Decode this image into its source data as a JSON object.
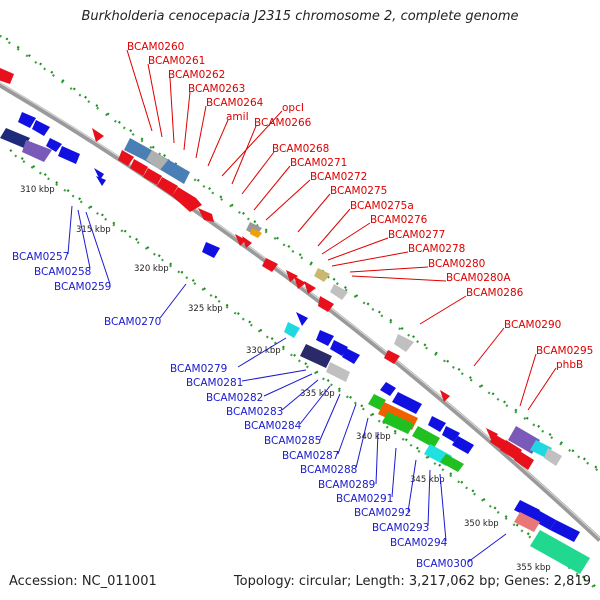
{
  "title": "Burkholderia cenocepacia J2315 chromosome 2, complete genome",
  "footer": {
    "accession": "Accession: NC_011001",
    "summary": "Topology: circular; Length: 3,217,062 bp; Genes: 2,819"
  },
  "colors": {
    "forward_gene": "#e8101a",
    "reverse_gene": "#1010e0",
    "forward_label": "#dd0000",
    "reverse_label": "#1a1ad0",
    "backbone": "#9a9a9a",
    "gc_dots": "#1f8f1f"
  },
  "kbp_ticks": [
    "310 kbp",
    "315 kbp",
    "320 kbp",
    "325 kbp",
    "330 kbp",
    "335 kbp",
    "340 kbp",
    "345 kbp",
    "350 kbp",
    "355 kbp"
  ],
  "forward_labels": [
    "BCAM0260",
    "BCAM0261",
    "BCAM0262",
    "BCAM0263",
    "BCAM0264",
    "amiI",
    "opcI",
    "BCAM0266",
    "BCAM0268",
    "BCAM0271",
    "BCAM0272",
    "BCAM0275",
    "BCAM0275a",
    "BCAM0276",
    "BCAM0277",
    "BCAM0278",
    "BCAM0280",
    "BCAM0280A",
    "BCAM0286",
    "BCAM0290",
    "BCAM0295",
    "phbB"
  ],
  "reverse_labels": [
    "BCAM0257",
    "BCAM0258",
    "BCAM0259",
    "BCAM0270",
    "BCAM0279",
    "BCAM0281",
    "BCAM0282",
    "BCAM0283",
    "BCAM0284",
    "BCAM0285",
    "BCAM0287",
    "BCAM0288",
    "BCAM0289",
    "BCAM0291",
    "BCAM0292",
    "BCAM0293",
    "BCAM0294",
    "BCAM0300"
  ]
}
